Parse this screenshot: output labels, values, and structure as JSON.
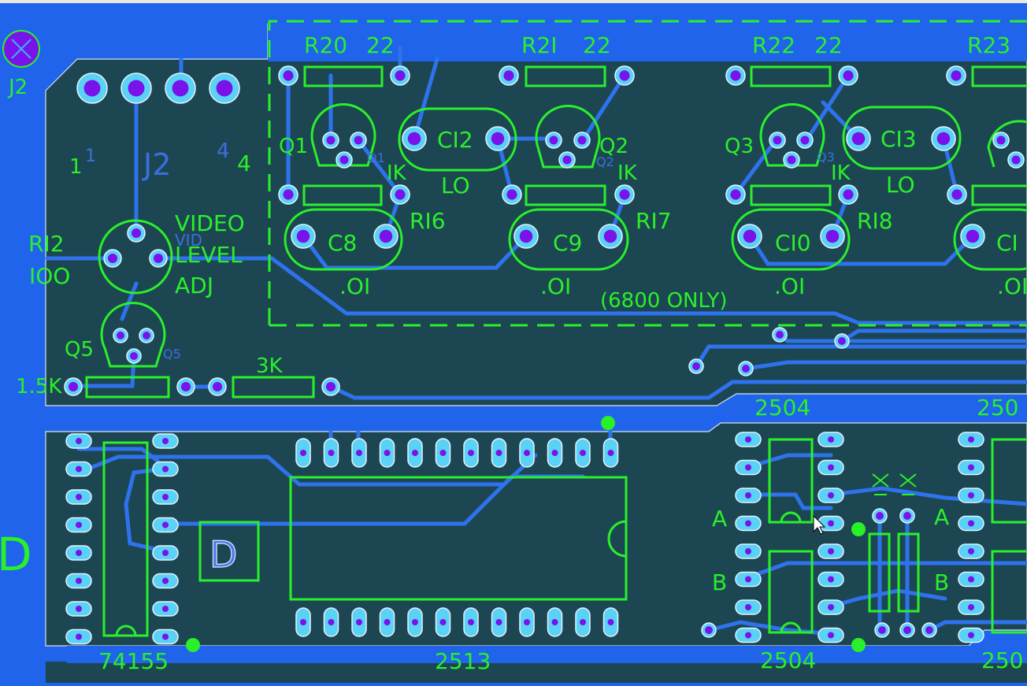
{
  "board": {
    "colors": {
      "copper": "#1f64ea",
      "substrate": "#1c4752",
      "silkscreen": "#2af02a",
      "pad": "#5ad2f5",
      "drill": "#7a12ea"
    },
    "labels": {
      "connector_j2": "J2",
      "j2_pin1": "1",
      "j2_pin1_silk": "1",
      "j2_title": "J2",
      "j2_pin4": "4",
      "j2_pin4_silk": "4",
      "r12": "RI2",
      "r12_value": "IOO",
      "pot_label_1": "VIDEO",
      "pot_label_vid": "VID",
      "pot_label_2": "LEVEL",
      "pot_label_3": "ADJ",
      "q5": "Q5",
      "q5_small": "Q5",
      "r_1k5": "1.5K",
      "r_3k": "3K",
      "r20": "R20",
      "r20_value": "22",
      "r21": "R2I",
      "r21_value": "22",
      "r22": "R22",
      "r22_value": "22",
      "r23": "R23",
      "q1": "Q1",
      "q1_small": "Q1",
      "q2": "Q2",
      "q2_small": "Q2",
      "q3": "Q3",
      "q3_small": "Q3",
      "c12": "CI2",
      "c13": "CI3",
      "lo_1": "LO",
      "lo_2": "LO",
      "ik_1": "IK",
      "ik_2": "IK",
      "ik_3": "IK",
      "r16": "RI6",
      "r17": "RI7",
      "r18": "RI8",
      "c8": "C8",
      "c9": "C9",
      "c10": "CI0",
      "c11": "CI",
      "c8_value": ".OI",
      "c9_value": ".OI",
      "c10_value": ".OI",
      "c11_value": ".OI",
      "note_6800": "(6800 ONLY)",
      "ic_2504_top": "2504",
      "ic_2504_top_right": "250",
      "ic_2504_bottom": "2504",
      "ic_2504_bottom_right": "250",
      "ic_74155": "74155",
      "ic_2513": "2513",
      "section_d": "D",
      "d_marker": "D",
      "pin_a_left": "A",
      "pin_a_right": "A",
      "pin_b_left": "B",
      "pin_b_right": "B"
    }
  }
}
